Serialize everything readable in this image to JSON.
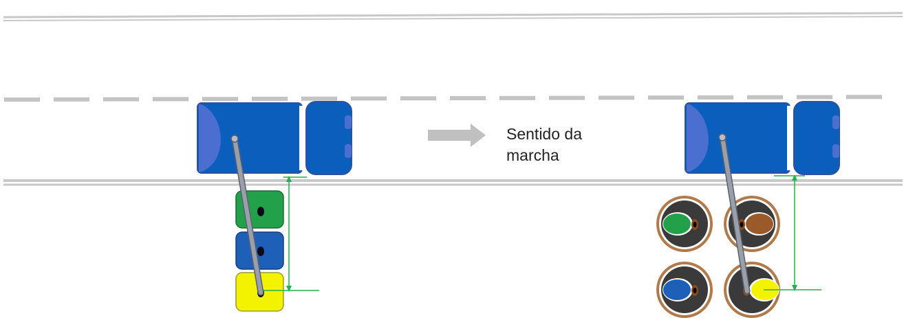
{
  "direction_label": {
    "line1": "Sentido da",
    "line2": "marcha"
  },
  "colors": {
    "road_line": "#c8c8c8",
    "lane_dash": "#c3c3c3",
    "truck_body": "#0a5fbd",
    "truck_front": "#4a6fd0",
    "truck_outline": "#2f4f9f",
    "boom": "#9aa0aa",
    "arrow": "#c0c0c0",
    "dimension_line": "#22b14c",
    "bin_green": "#22a04a",
    "bin_blue": "#1e5fb8",
    "bin_yellow": "#f3f300",
    "bin_brown": "#9a5a2a",
    "drum_dark": "#3a3a3a",
    "drum_rim": "#b07a4a"
  },
  "scene": {
    "left_group": {
      "container_type": "rectangular-bins",
      "bins": [
        "green",
        "blue",
        "yellow"
      ]
    },
    "right_group": {
      "container_type": "circular-drums",
      "drums": [
        "green",
        "brown",
        "blue",
        "yellow"
      ]
    }
  }
}
